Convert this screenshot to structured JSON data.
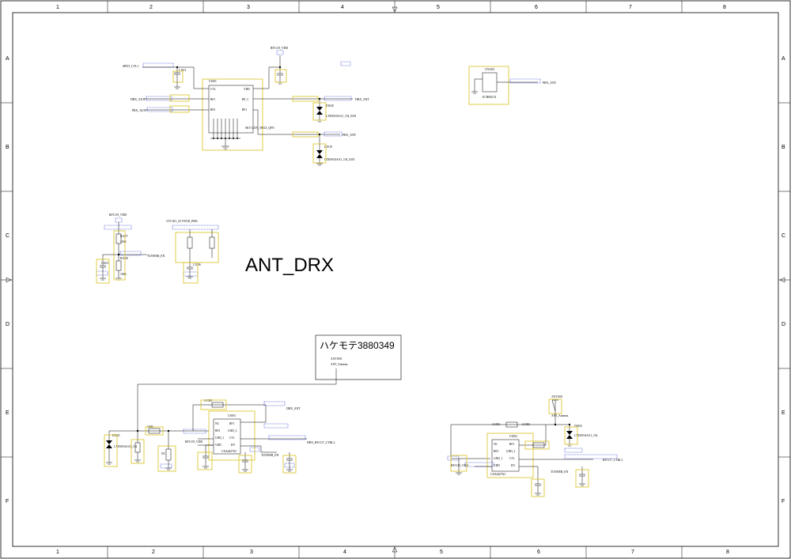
{
  "sheet": {
    "title": "ANT_DRX",
    "columns": [
      "1",
      "2",
      "3",
      "4",
      "5",
      "6",
      "7",
      "8"
    ],
    "rows": [
      "A",
      "B",
      "C",
      "D",
      "E",
      "F"
    ]
  },
  "title_block": {
    "text": "ハケモテ3880349",
    "ref": "ANT1001",
    "sub": "ANT_Antenna"
  },
  "labels": {
    "spdt_ctl": "SPDT_CTL1",
    "drx_aux": "DRX_AUX",
    "prx_aux": "PRX_AUX",
    "rf_vdd": "RF1119_VDD",
    "drx_ant": "DRX_ANT",
    "prx_ant": "PRX_ANT",
    "tunner_en": "TUNNER_EN",
    "u1001": "U1001",
    "u1001_part": "SKY13470_5P41Z_QFN",
    "d1020": "D1020",
    "d1019": "D1019",
    "diode_part": "LXES03AAA1_154_0201",
    "cn1001": "CN1001",
    "cn_part": "ECH002111",
    "prx_ant_cn": "PRX_ANT",
    "vdd_label": "RF1119_VDD",
    "vtcxo": "VTCXO_25 VIO18_PMC",
    "r1007": "R1007",
    "r1008": "R1008",
    "r_val": "100K",
    "c1011": "C1011",
    "c1006": "C1006",
    "u1003": "U1003",
    "u1002": "U1002",
    "u_part": "CXA4427GC",
    "ant_ctrl": "DRX_RF1117_CTRL2",
    "ant_ctrl2": "RF1117_CTRL1",
    "d1001": "D1001",
    "d1002": "D1002",
    "diode_154": "LXES03AAA1_154",
    "ant1001": "ANT1001",
    "ant_sub": "ANT_Antenna",
    "l_val": "0.1NH",
    "pin_ctl": "CTL",
    "pin_rf1": "RF1",
    "pin_rf2": "RF2",
    "pin_vdd": "VDD",
    "pin_rfc": "RF_C",
    "pin_nc": "NC",
    "pin_gnd1": "GND_1",
    "pin_gnd2": "GND_2",
    "pin_en": "EN"
  }
}
